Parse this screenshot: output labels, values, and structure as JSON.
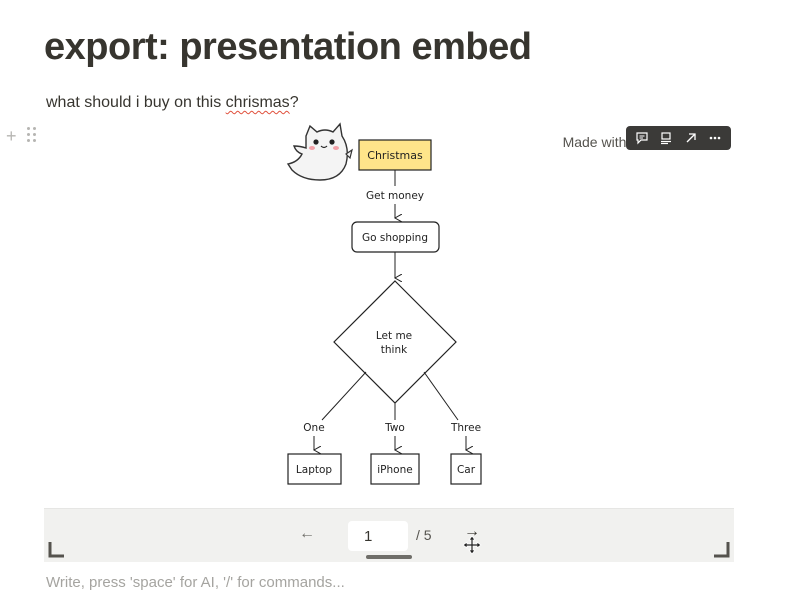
{
  "page": {
    "title": "export: presentation embed",
    "question_prefix": "what should i buy on this ",
    "question_word": "chrismas",
    "question_suffix": "?"
  },
  "embed": {
    "made_with": "Made with inst embed.app",
    "toolbar": [
      {
        "name": "comment-icon"
      },
      {
        "name": "caption-icon"
      },
      {
        "name": "open-external-icon"
      },
      {
        "name": "more-icon"
      }
    ],
    "diagram": {
      "root": "Christmas",
      "edge_root": "Get money",
      "step": "Go shopping",
      "decision_line1": "Let me",
      "decision_line2": "think",
      "branches": [
        {
          "edge": "One",
          "node": "Laptop"
        },
        {
          "edge": "Two",
          "node": "iPhone"
        },
        {
          "edge": "Three",
          "node": "Car"
        }
      ]
    },
    "pager": {
      "prev_icon": "←",
      "current": "1",
      "total": "/ 5",
      "next_icon": "→"
    }
  },
  "colors": {
    "root_fill": "#ffe58a",
    "toolbar_bg": "#3b3a38",
    "footer_bg": "#f1f1ef"
  },
  "placeholder": "Write, press 'space' for AI, '/' for commands..."
}
